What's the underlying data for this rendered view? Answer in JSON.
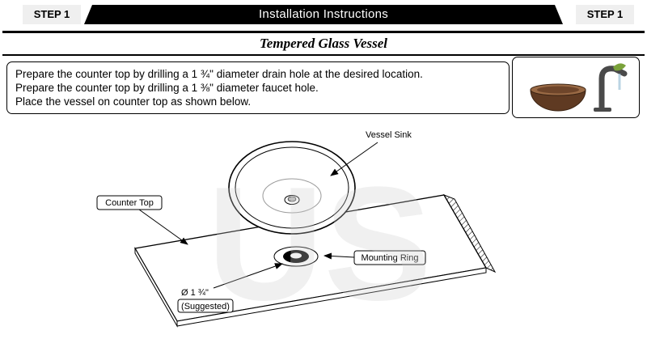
{
  "header": {
    "step_left": "STEP 1",
    "title": "Installation Instructions",
    "step_right": "STEP 1"
  },
  "section": {
    "subtitle": "Tempered Glass Vessel"
  },
  "instructions": {
    "lines": [
      "Prepare the counter top by drilling a 1 ¾\" diameter drain hole at the desired location.",
      "Prepare the counter top by drilling a 1 ⅜\" diameter faucet hole.",
      "Place the vessel on counter top as shown below."
    ]
  },
  "diagram": {
    "labels": {
      "vessel_sink": "Vessel Sink",
      "counter_top": "Counter Top",
      "mounting_ring": "Mounting Ring",
      "drain_diameter": "Ø 1 ¾\"",
      "suggested": "(Suggested)"
    },
    "watermark": "US"
  },
  "colors": {
    "header_bar": "#000000",
    "header_text": "#ffffff",
    "line_art": "#000000",
    "watermark": "#d8d8d8",
    "illus_bowl": "#5f3a22",
    "illus_rim": "#9a6a45",
    "illus_faucet": "#4a4a4a",
    "illus_leaf": "#7aa23a"
  }
}
